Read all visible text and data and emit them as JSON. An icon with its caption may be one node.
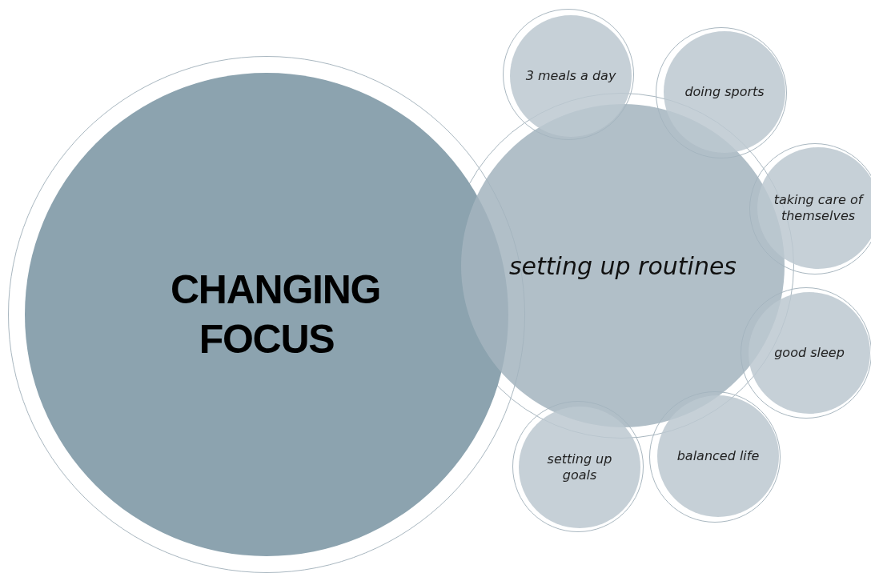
{
  "diagram": {
    "nodes": [
      {
        "text": [
          "CHANGING FOCUS"
        ]
      },
      {
        "text": [
          "setting up routines"
        ]
      },
      {
        "text": [
          "3 meals a day"
        ]
      },
      {
        "text": [
          "doing sports"
        ]
      },
      {
        "text": [
          "taking care of themselves"
        ]
      },
      {
        "text": [
          "good sleep"
        ]
      },
      {
        "text": [
          "balanced life"
        ]
      },
      {
        "text": [
          "setting up goals"
        ]
      }
    ]
  }
}
